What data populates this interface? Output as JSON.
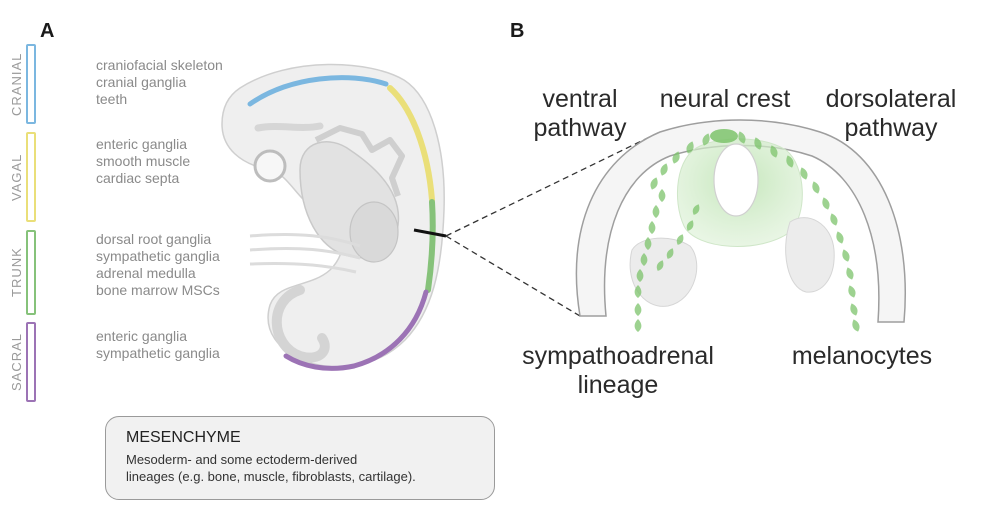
{
  "panels": {
    "a": "A",
    "b": "B"
  },
  "regions": [
    {
      "name": "CRANIAL",
      "color": "#7bb7e0",
      "lineages": [
        "craniofacial skeleton",
        "cranial ganglia",
        "teeth"
      ]
    },
    {
      "name": "VAGAL",
      "color": "#eadf79",
      "lineages": [
        "enteric ganglia",
        "smooth muscle",
        "cardiac septa"
      ]
    },
    {
      "name": "TRUNK",
      "color": "#86c27a",
      "lineages": [
        "dorsal root ganglia",
        "sympathetic ganglia",
        "adrenal medulla",
        "bone marrow MSCs"
      ]
    },
    {
      "name": "SACRAL",
      "color": "#9c73b5",
      "lineages": [
        "enteric ganglia",
        "sympathetic ganglia"
      ]
    }
  ],
  "mesenchyme": {
    "title": "MESENCHYME",
    "line1": "Mesoderm- and some ectoderm-derived",
    "line2": "lineages (e.g. bone, muscle, fibroblasts, cartilage)."
  },
  "panel_b": {
    "ventral_1": "ventral",
    "ventral_2": "pathway",
    "neural_crest": "neural crest",
    "dorsolateral_1": "dorsolateral",
    "dorsolateral_2": "pathway",
    "sympathoadrenal_1": "sympathoadrenal",
    "sympathoadrenal_2": "lineage",
    "melanocytes": "melanocytes"
  },
  "colors": {
    "crest_green": "#7cc36b",
    "tissue_grey": "#e9e9e9",
    "outline_grey": "#bdbdbd"
  }
}
